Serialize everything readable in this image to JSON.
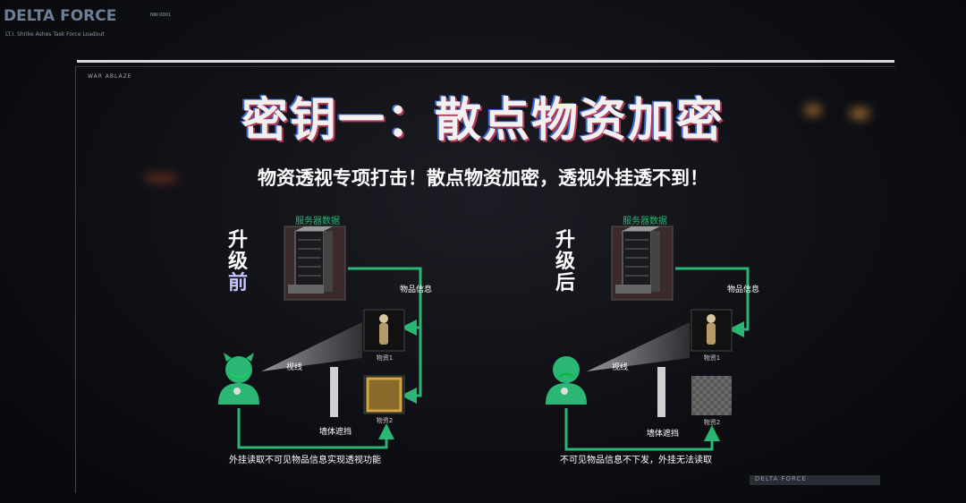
{
  "brand": {
    "name": "DELTA FORCE",
    "subtitle": "LT.I. Shrike Ashes Task Force Loadout",
    "tag": "NW-0001"
  },
  "frame_label": "WAR ABLAZE",
  "title": "密钥一：散点物资加密",
  "subtitle": "物资透视专项打击！散点物资加密，透视外挂透不到！",
  "footer_brand": "DELTA FORCE",
  "colors": {
    "accent_green": "#2bb673",
    "background": "#0e0f14"
  },
  "before": {
    "heading": [
      "升",
      "级",
      "前"
    ],
    "server_label": "服务器数据",
    "info_label": "物品信息",
    "item1_label": "物资1",
    "item2_label": "物资2",
    "sight_label": "视线",
    "wall_label": "墙体遮挡",
    "caption": "外挂读取不可见物品信息实现透视功能",
    "avatar_icon": "devil-icon"
  },
  "after": {
    "heading": [
      "升",
      "级",
      "后"
    ],
    "server_label": "服务器数据",
    "info_label": "物品信息",
    "item1_label": "物资1",
    "item2_label": "物资2",
    "sight_label": "视线",
    "wall_label": "墙体遮挡",
    "caption": "不可见物品信息不下发，外挂无法读取",
    "avatar_icon": "sad-face-icon"
  }
}
